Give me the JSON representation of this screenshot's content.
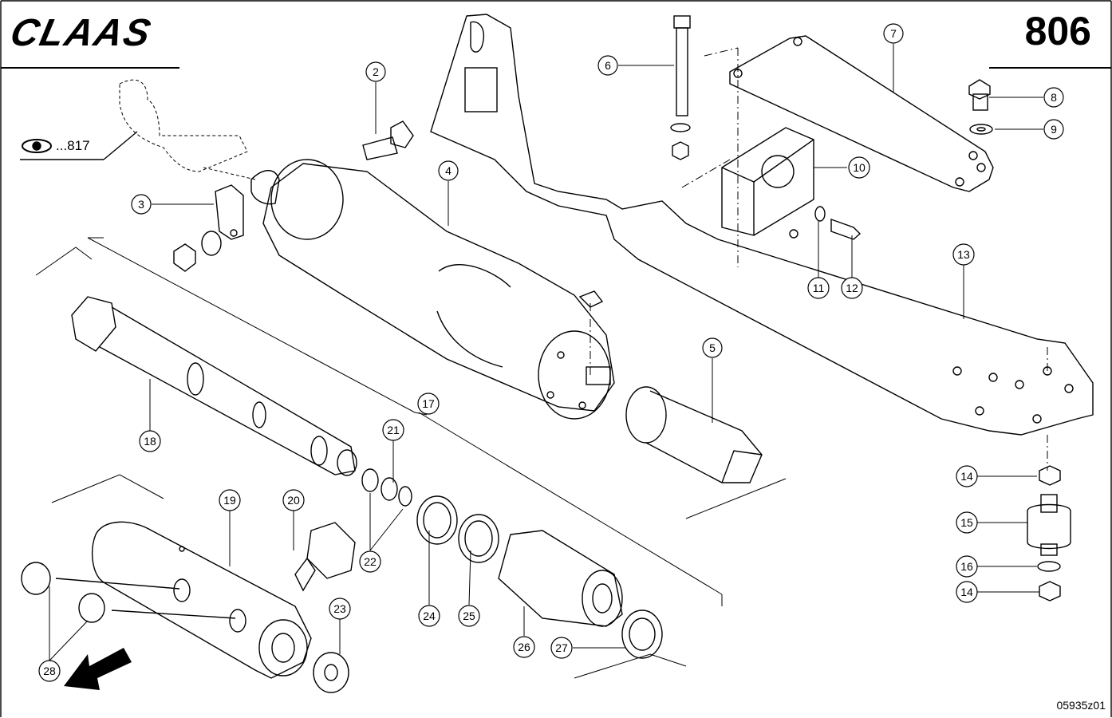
{
  "header": {
    "brand": "CLAAS",
    "page_number": "806"
  },
  "reference": {
    "label": "...817",
    "icon": "eye-icon"
  },
  "drawing_code": "05935z01",
  "callouts": {
    "c2": "2",
    "c3": "3",
    "c4": "4",
    "c5": "5",
    "c6": "6",
    "c7": "7",
    "c8": "8",
    "c9": "9",
    "c10": "10",
    "c11": "11",
    "c12": "12",
    "c13": "13",
    "c14a": "14",
    "c14b": "14",
    "c15": "15",
    "c16": "16",
    "c17": "17",
    "c18": "18",
    "c19": "19",
    "c20": "20",
    "c21": "21",
    "c22": "22",
    "c23": "23",
    "c24": "24",
    "c25": "25",
    "c26": "26",
    "c27": "27",
    "c28": "28"
  }
}
